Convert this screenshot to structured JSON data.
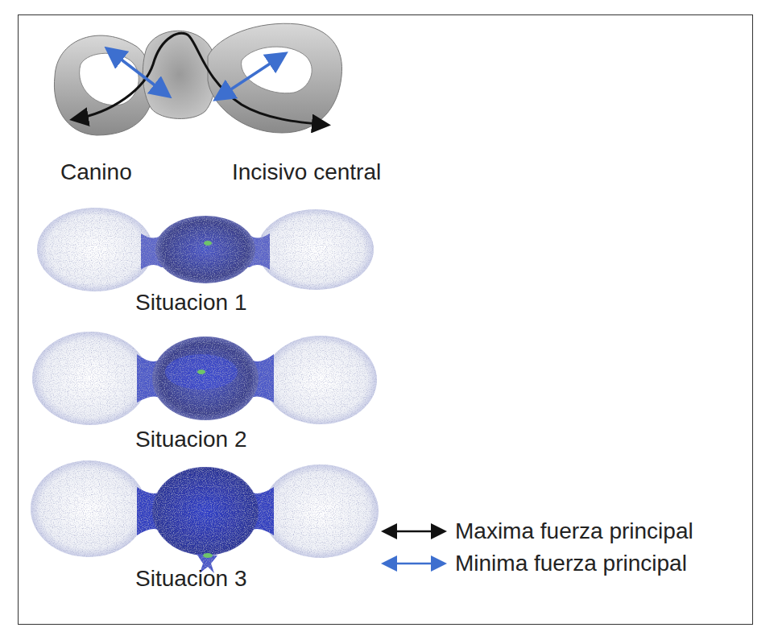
{
  "diagram": {
    "labels": [
      "Canino",
      "Incisivo central",
      "Situacion 1",
      "Situacion 2",
      "Situacion 3"
    ],
    "legend": [
      {
        "text": "Maxima fuerza principal"
      },
      {
        "text": "Minima fuerza principal"
      }
    ]
  }
}
